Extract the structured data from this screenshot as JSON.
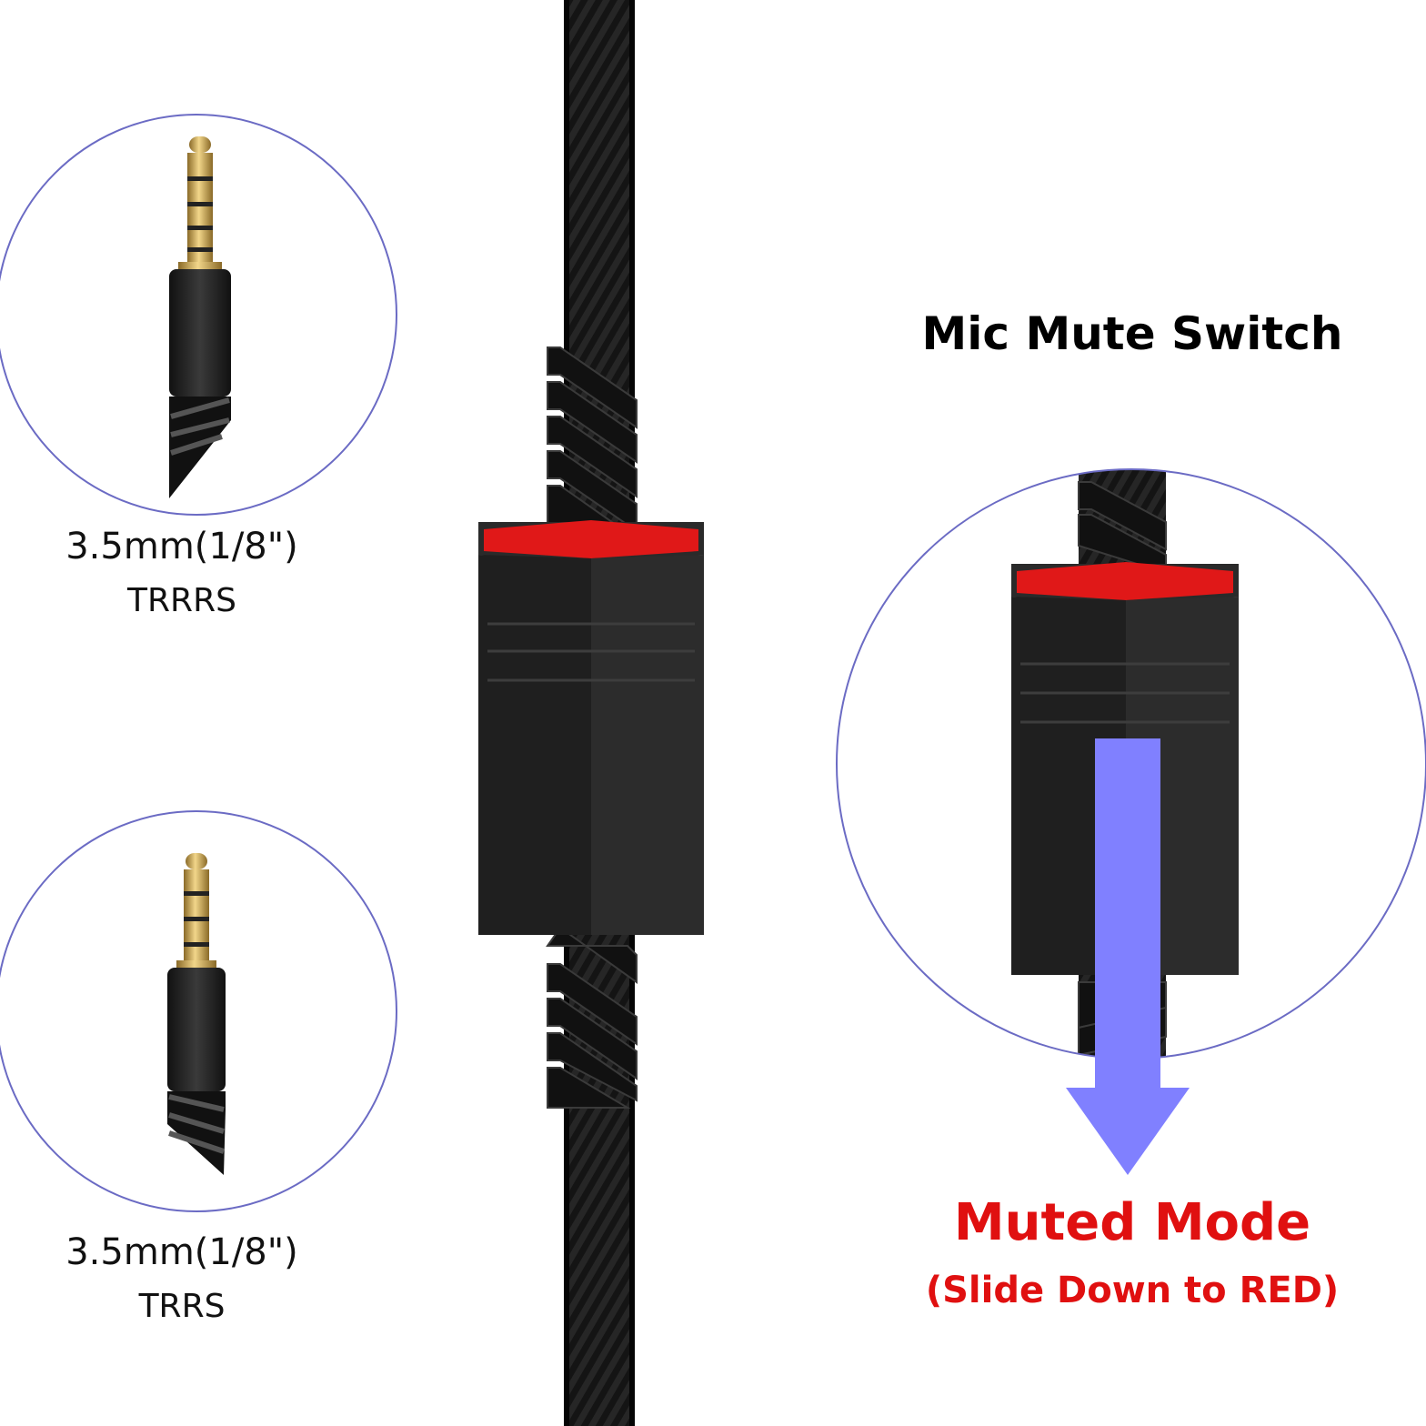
{
  "plugs": [
    {
      "size_label": "3.5mm(1/8\")",
      "type_label": "TRRRS",
      "rings": 4
    },
    {
      "size_label": "3.5mm(1/8\")",
      "type_label": "TRRS",
      "rings": 3
    }
  ],
  "switch": {
    "title": "Mic Mute Switch",
    "mode_title": "Muted Mode",
    "mode_hint": "(Slide Down to RED)"
  },
  "colors": {
    "circle_outline": "#6b6bc4",
    "arrow": "#8080ff",
    "accent_red": "#e01010",
    "cable": "#1a1a1a",
    "gold": "#c8a048"
  }
}
